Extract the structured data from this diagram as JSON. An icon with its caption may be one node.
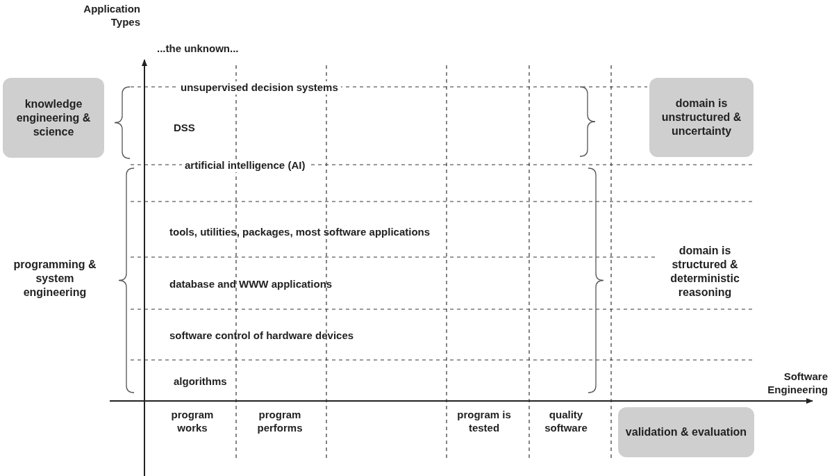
{
  "diagram": {
    "nodes": [
      {
        "text": [
          "knowledge engineering & science"
        ]
      },
      {
        "text": [
          "domain is unstructured & uncertainty"
        ]
      },
      {
        "text": [
          "programming & system engineering"
        ]
      },
      {
        "text": [
          "domain is structured & deterministic reasoning"
        ]
      },
      {
        "text": [
          "validation & evaluation"
        ]
      }
    ],
    "labels": [
      "Application Types",
      "...the unknown...",
      "unsupervised decision systems",
      "DSS",
      "artificial intelligence (AI)",
      "tools, utilities, packages, most software applications",
      "database and WWW applications",
      "software control of hardware devices",
      "algorithms",
      "Software Engineering",
      "program works",
      "program performs",
      "program is tested",
      "quality software"
    ]
  }
}
